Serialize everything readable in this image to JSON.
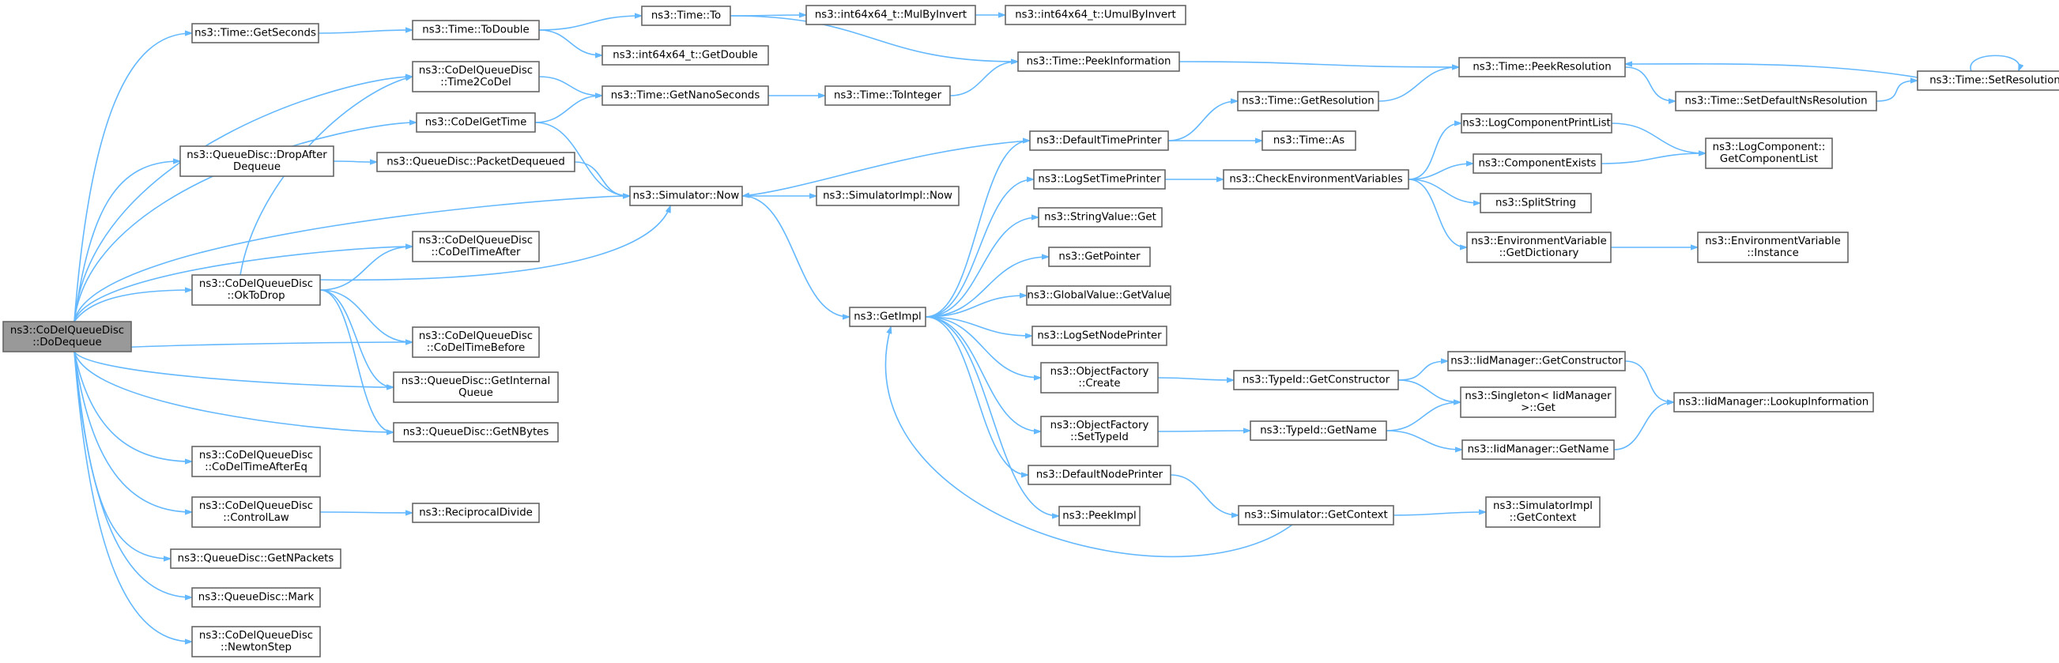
{
  "nodes": [
    {
      "id": "dodequeue",
      "lines": [
        "ns3::CoDelQueueDisc",
        "::DoDequeue"
      ],
      "root": true
    },
    {
      "id": "getseconds",
      "lines": [
        "ns3::Time::GetSeconds"
      ]
    },
    {
      "id": "time2codel",
      "lines": [
        "ns3::CoDelQueueDisc",
        "::Time2CoDel"
      ]
    },
    {
      "id": "codelgettime",
      "lines": [
        "ns3::CoDelGetTime"
      ]
    },
    {
      "id": "dropafter",
      "lines": [
        "ns3::QueueDisc::DropAfter",
        "Dequeue"
      ]
    },
    {
      "id": "oktodrop",
      "lines": [
        "ns3::CoDelQueueDisc",
        "::OkToDrop"
      ]
    },
    {
      "id": "timeafter",
      "lines": [
        "ns3::CoDelQueueDisc",
        "::CoDelTimeAfter"
      ]
    },
    {
      "id": "timebefore",
      "lines": [
        "ns3::CoDelQueueDisc",
        "::CoDelTimeBefore"
      ]
    },
    {
      "id": "getinternal",
      "lines": [
        "ns3::QueueDisc::GetInternal",
        "Queue"
      ]
    },
    {
      "id": "getnbytes",
      "lines": [
        "ns3::QueueDisc::GetNBytes"
      ]
    },
    {
      "id": "timeaftereq",
      "lines": [
        "ns3::CoDelQueueDisc",
        "::CoDelTimeAfterEq"
      ]
    },
    {
      "id": "controllaw",
      "lines": [
        "ns3::CoDelQueueDisc",
        "::ControlLaw"
      ]
    },
    {
      "id": "getnpackets",
      "lines": [
        "ns3::QueueDisc::GetNPackets"
      ]
    },
    {
      "id": "mark",
      "lines": [
        "ns3::QueueDisc::Mark"
      ]
    },
    {
      "id": "newtonstep",
      "lines": [
        "ns3::CoDelQueueDisc",
        "::NewtonStep"
      ]
    },
    {
      "id": "todouble",
      "lines": [
        "ns3::Time::ToDouble"
      ]
    },
    {
      "id": "getnanoseconds",
      "lines": [
        "ns3::Time::GetNanoSeconds"
      ]
    },
    {
      "id": "packetdequeued",
      "lines": [
        "ns3::QueueDisc::PacketDequeued"
      ]
    },
    {
      "id": "simnow",
      "lines": [
        "ns3::Simulator::Now"
      ]
    },
    {
      "id": "reciprocal",
      "lines": [
        "ns3::ReciprocalDivide"
      ]
    },
    {
      "id": "timeto",
      "lines": [
        "ns3::Time::To"
      ]
    },
    {
      "id": "getdouble",
      "lines": [
        "ns3::int64x64_t::GetDouble"
      ]
    },
    {
      "id": "tointeger",
      "lines": [
        "ns3::Time::ToInteger"
      ]
    },
    {
      "id": "simimplnow",
      "lines": [
        "ns3::SimulatorImpl::Now"
      ]
    },
    {
      "id": "getimpl",
      "lines": [
        "ns3::GetImpl"
      ]
    },
    {
      "id": "mulbyinvert",
      "lines": [
        "ns3::int64x64_t::MulByInvert"
      ]
    },
    {
      "id": "umulbyinvert",
      "lines": [
        "ns3::int64x64_t::UmulByInvert"
      ]
    },
    {
      "id": "peekinfo",
      "lines": [
        "ns3::Time::PeekInformation"
      ]
    },
    {
      "id": "defaulttimeprinter",
      "lines": [
        "ns3::DefaultTimePrinter"
      ]
    },
    {
      "id": "logsettimeprinter",
      "lines": [
        "ns3::LogSetTimePrinter"
      ]
    },
    {
      "id": "stringvalueget",
      "lines": [
        "ns3::StringValue::Get"
      ]
    },
    {
      "id": "getpointer",
      "lines": [
        "ns3::GetPointer"
      ]
    },
    {
      "id": "globalvalue",
      "lines": [
        "ns3::GlobalValue::GetValue"
      ]
    },
    {
      "id": "logsetnodeprinter",
      "lines": [
        "ns3::LogSetNodePrinter"
      ]
    },
    {
      "id": "objfactorycreate",
      "lines": [
        "ns3::ObjectFactory",
        "::Create"
      ]
    },
    {
      "id": "objfactorysettypeid",
      "lines": [
        "ns3::ObjectFactory",
        "::SetTypeId"
      ]
    },
    {
      "id": "defaultnodeprinter",
      "lines": [
        "ns3::DefaultNodePrinter"
      ]
    },
    {
      "id": "peekimpl",
      "lines": [
        "ns3::PeekImpl"
      ]
    },
    {
      "id": "getresolution",
      "lines": [
        "ns3::Time::GetResolution"
      ]
    },
    {
      "id": "timeas",
      "lines": [
        "ns3::Time::As"
      ]
    },
    {
      "id": "checkenv",
      "lines": [
        "ns3::CheckEnvironmentVariables"
      ]
    },
    {
      "id": "typeidgetconstructor",
      "lines": [
        "ns3::TypeId::GetConstructor"
      ]
    },
    {
      "id": "typeidgetname",
      "lines": [
        "ns3::TypeId::GetName"
      ]
    },
    {
      "id": "simgetcontext",
      "lines": [
        "ns3::Simulator::GetContext"
      ]
    },
    {
      "id": "peekresolution",
      "lines": [
        "ns3::Time::PeekResolution"
      ]
    },
    {
      "id": "logcompprintlist",
      "lines": [
        "ns3::LogComponentPrintList"
      ]
    },
    {
      "id": "componentexists",
      "lines": [
        "ns3::ComponentExists"
      ]
    },
    {
      "id": "splitstring",
      "lines": [
        "ns3::SplitString"
      ]
    },
    {
      "id": "envgetdict",
      "lines": [
        "ns3::EnvironmentVariable",
        "::GetDictionary"
      ]
    },
    {
      "id": "iidgetconstructor",
      "lines": [
        "ns3::IidManager::GetConstructor"
      ]
    },
    {
      "id": "singletonget",
      "lines": [
        "ns3::Singleton< IidManager",
        " >::Get"
      ]
    },
    {
      "id": "iidgetname",
      "lines": [
        "ns3::IidManager::GetName"
      ]
    },
    {
      "id": "simimplgetcontext",
      "lines": [
        "ns3::SimulatorImpl",
        "::GetContext"
      ]
    },
    {
      "id": "setdefaultnsres",
      "lines": [
        "ns3::Time::SetDefaultNsResolution"
      ]
    },
    {
      "id": "logcompgetlist",
      "lines": [
        "ns3::LogComponent::",
        "GetComponentList"
      ]
    },
    {
      "id": "envinstance",
      "lines": [
        "ns3::EnvironmentVariable",
        "::Instance"
      ]
    },
    {
      "id": "lookupinfo",
      "lines": [
        "ns3::IidManager::LookupInformation"
      ]
    },
    {
      "id": "setresolution",
      "lines": [
        "ns3::Time::SetResolution"
      ]
    }
  ],
  "edges": [
    [
      "dodequeue",
      "getseconds"
    ],
    [
      "dodequeue",
      "time2codel"
    ],
    [
      "dodequeue",
      "codelgettime"
    ],
    [
      "dodequeue",
      "dropafter"
    ],
    [
      "dodequeue",
      "simnow"
    ],
    [
      "dodequeue",
      "oktodrop"
    ],
    [
      "dodequeue",
      "timeafter"
    ],
    [
      "dodequeue",
      "timebefore"
    ],
    [
      "dodequeue",
      "getinternal"
    ],
    [
      "dodequeue",
      "getnbytes"
    ],
    [
      "dodequeue",
      "timeaftereq"
    ],
    [
      "dodequeue",
      "controllaw"
    ],
    [
      "dodequeue",
      "getnpackets"
    ],
    [
      "dodequeue",
      "mark"
    ],
    [
      "dodequeue",
      "newtonstep"
    ],
    [
      "getseconds",
      "todouble"
    ],
    [
      "todouble",
      "timeto"
    ],
    [
      "todouble",
      "getdouble"
    ],
    [
      "timeto",
      "mulbyinvert"
    ],
    [
      "timeto",
      "peekinfo"
    ],
    [
      "mulbyinvert",
      "umulbyinvert"
    ],
    [
      "time2codel",
      "getnanoseconds"
    ],
    [
      "codelgettime",
      "getnanoseconds"
    ],
    [
      "codelgettime",
      "simnow"
    ],
    [
      "getnanoseconds",
      "tointeger"
    ],
    [
      "tointeger",
      "peekinfo"
    ],
    [
      "peekinfo",
      "peekresolution"
    ],
    [
      "dropafter",
      "packetdequeued"
    ],
    [
      "packetdequeued",
      "simnow"
    ],
    [
      "oktodrop",
      "time2codel"
    ],
    [
      "oktodrop",
      "timeafter"
    ],
    [
      "oktodrop",
      "simnow"
    ],
    [
      "oktodrop",
      "timebefore"
    ],
    [
      "oktodrop",
      "getinternal"
    ],
    [
      "oktodrop",
      "getnbytes"
    ],
    [
      "controllaw",
      "reciprocal"
    ],
    [
      "simnow",
      "simimplnow"
    ],
    [
      "simnow",
      "getimpl"
    ],
    [
      "getimpl",
      "defaulttimeprinter"
    ],
    [
      "getimpl",
      "logsettimeprinter"
    ],
    [
      "getimpl",
      "stringvalueget"
    ],
    [
      "getimpl",
      "getpointer"
    ],
    [
      "getimpl",
      "globalvalue"
    ],
    [
      "getimpl",
      "logsetnodeprinter"
    ],
    [
      "getimpl",
      "objfactorycreate"
    ],
    [
      "getimpl",
      "objfactorysettypeid"
    ],
    [
      "getimpl",
      "defaultnodeprinter"
    ],
    [
      "getimpl",
      "peekimpl"
    ],
    [
      "defaulttimeprinter",
      "simnow"
    ],
    [
      "defaulttimeprinter",
      "getresolution"
    ],
    [
      "defaulttimeprinter",
      "timeas"
    ],
    [
      "getresolution",
      "peekresolution"
    ],
    [
      "logsettimeprinter",
      "checkenv"
    ],
    [
      "checkenv",
      "logcompprintlist"
    ],
    [
      "checkenv",
      "componentexists"
    ],
    [
      "checkenv",
      "splitstring"
    ],
    [
      "checkenv",
      "envgetdict"
    ],
    [
      "logcompprintlist",
      "logcompgetlist"
    ],
    [
      "componentexists",
      "logcompgetlist"
    ],
    [
      "envgetdict",
      "envinstance"
    ],
    [
      "objfactorycreate",
      "typeidgetconstructor"
    ],
    [
      "typeidgetconstructor",
      "iidgetconstructor"
    ],
    [
      "typeidgetconstructor",
      "singletonget"
    ],
    [
      "iidgetconstructor",
      "lookupinfo"
    ],
    [
      "objfactorysettypeid",
      "typeidgetname"
    ],
    [
      "typeidgetname",
      "singletonget"
    ],
    [
      "typeidgetname",
      "iidgetname"
    ],
    [
      "iidgetname",
      "lookupinfo"
    ],
    [
      "defaultnodeprinter",
      "simgetcontext"
    ],
    [
      "simgetcontext",
      "getimpl"
    ],
    [
      "simgetcontext",
      "simimplgetcontext"
    ],
    [
      "peekresolution",
      "setdefaultnsres"
    ],
    [
      "setdefaultnsres",
      "setresolution"
    ],
    [
      "setresolution",
      "peekresolution"
    ],
    [
      "setresolution",
      "setresolution"
    ]
  ]
}
